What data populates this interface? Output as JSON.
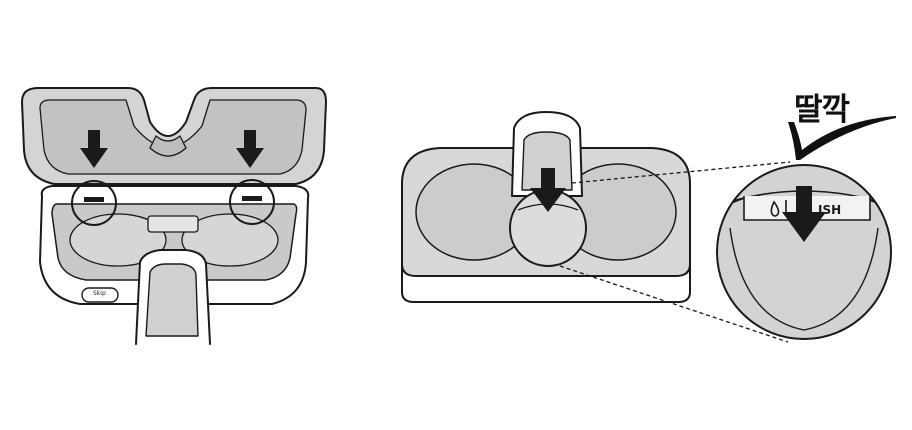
{
  "annotation": {
    "sound_text": "딸깍"
  },
  "zoom_label": {
    "text": "ISH"
  },
  "case_button": {
    "text": "Skip"
  },
  "colors": {
    "line": "#1a1a1a",
    "fill_gray": "#d2d2d2",
    "inner_gray": "#c6c6c6",
    "white": "#ffffff"
  },
  "icons": [
    "down-arrow-icon",
    "water-drop-icon",
    "check-mark-icon"
  ]
}
